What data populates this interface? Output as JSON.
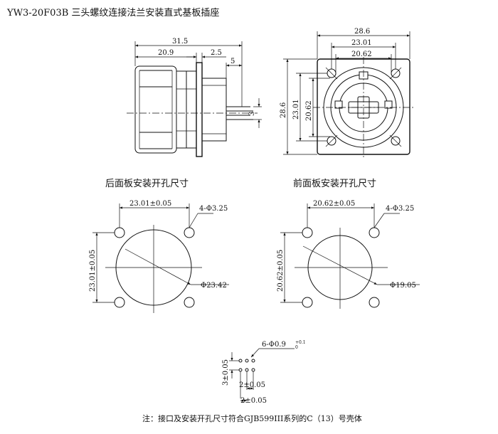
{
  "title": "YW3-20F03B 三头螺纹连接法兰安装直式基板插座",
  "side_view": {
    "dim_total": "31.5",
    "dim_body": "20.9",
    "dim_flange": "2.5",
    "dim_pin": "5",
    "dim_pin_gap": "3"
  },
  "front_view": {
    "dim_outer_width": "28.6",
    "dim_hole_pitch_x": "23.01",
    "dim_inner_x": "20.62",
    "dim_outer_height": "28.6",
    "dim_hole_pitch_y": "23.01",
    "dim_inner_y": "20.62"
  },
  "rear_panel": {
    "heading": "后面板安装开孔尺寸",
    "dim_pitch_x": "23.01±0.05",
    "dim_pitch_y": "23.01±0.05",
    "dim_holes": "4-Φ3.25",
    "dim_cutout": "Φ23.42"
  },
  "front_panel": {
    "heading": "前面板安装开孔尺寸",
    "dim_pitch_x": "20.62±0.05",
    "dim_pitch_y": "20.62±0.05",
    "dim_holes": "4-Φ3.25",
    "dim_cutout": "Φ19.05"
  },
  "pcb_pattern": {
    "dim_holes": "6-Φ0.9",
    "tol_upper": "+0.1",
    "tol_lower": "0",
    "dim_row_gap": "3±0.05",
    "dim_col_pitch_a": "2±0.05",
    "dim_col_pitch_b": "2±0.05"
  },
  "note": "注：接口及安装开孔尺寸符合GJB599III系列的C（13）号壳体"
}
